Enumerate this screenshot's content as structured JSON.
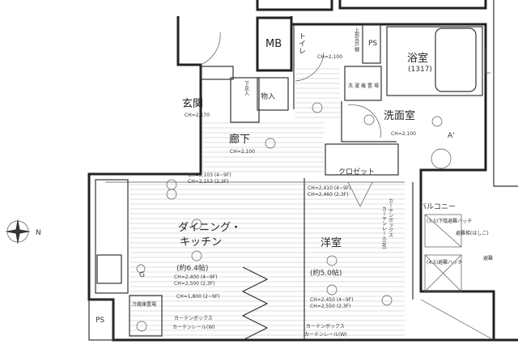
{
  "rooms": {
    "entrance": {
      "name": "玄関",
      "ch": "CH=2,170"
    },
    "mb": "MB",
    "toilet": {
      "name": "トイレ",
      "ch": "CH=2,100"
    },
    "upper_cabinet": "上部吊戸棚",
    "ps_top": "PS",
    "bath": {
      "name": "浴室",
      "size": "(1317)"
    },
    "laundry": "洗濯機置場",
    "storage": "物入",
    "shoe": "下足入",
    "washroom": {
      "name": "洗面室",
      "ch": "CH=2,100",
      "mark": "A'"
    },
    "hallway": {
      "name": "廊下",
      "ch": "CH=2,100"
    },
    "closet": "クロゼット",
    "hall_ch": [
      "CH=2,103 (4~9F)",
      "CH=2,153 (2,3F)"
    ],
    "western_ch_top": [
      "CH=2,410 (4~9F)",
      "CH=2,460 (2,3F)"
    ],
    "dining": {
      "name1": "ダイニング・",
      "name2": "キッチン",
      "size": "(約6.4帖)",
      "ch1": "CH=2,400 (4~9F)",
      "ch2": "CH=2,500 (2,3F)",
      "ch3": "CH=1,800 (2~9F)"
    },
    "western": {
      "name": "洋室",
      "size": "(約5.0帖)",
      "ch1": "CH=2,450 (4~9F)",
      "ch2": "CH=2,550 (2,3F)"
    },
    "curtain_left": [
      "カーテンボックス",
      "カーテンレール(W)"
    ],
    "curtain_right": [
      "カーテンボックス",
      "カーテンレール(W)"
    ],
    "curtain_vertical": [
      "カーテンボックス",
      "カーテンレール(W)"
    ],
    "balcony": {
      "name": "バルコニー",
      "hatch_lower": "(3.5)下階避難ハッチ",
      "ladder": "避難梯(はしご)",
      "evac": "避難",
      "hatch": "(4.5)避難ハッチ"
    },
    "ps_bottom": "PS",
    "fridge": "冷蔵庫置場",
    "gas": "G"
  },
  "compass": {
    "north": "N"
  }
}
